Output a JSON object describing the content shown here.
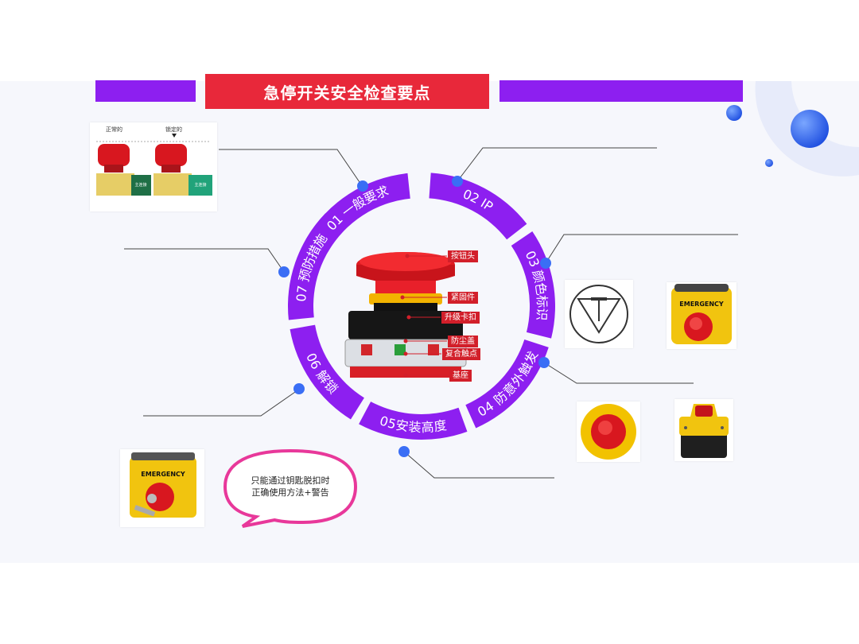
{
  "title": "急停开关安全检查要点",
  "colors": {
    "accent": "#8d1ff0",
    "title_bg": "#e8283a",
    "dot": "#3a6ef5",
    "bubble": "#e8389a",
    "label_bg": "#d21f2a"
  },
  "segments": [
    {
      "label": "01 一般要求"
    },
    {
      "label": "02 IP"
    },
    {
      "label": "03 颜色标识"
    },
    {
      "label": "04 防意外触发"
    },
    {
      "label": "05安装高度"
    },
    {
      "label": "06 解锁"
    },
    {
      "label": "07 预防措施"
    }
  ],
  "parts": [
    {
      "label": "按钮头"
    },
    {
      "label": "紧固件"
    },
    {
      "label": "升级卡扣"
    },
    {
      "label": "防尘盖"
    },
    {
      "label": "复合触点"
    },
    {
      "label": "基座"
    }
  ],
  "diagram": {
    "normal_label": "正常的",
    "locked_label": "锁定的",
    "box1_text": "主连接",
    "box2_text": "主连接"
  },
  "emergency_text": "EMERGENCY",
  "bubble": {
    "line1": "只能通过钥匙脱扣时",
    "line2": "正确使用方法+警告"
  }
}
